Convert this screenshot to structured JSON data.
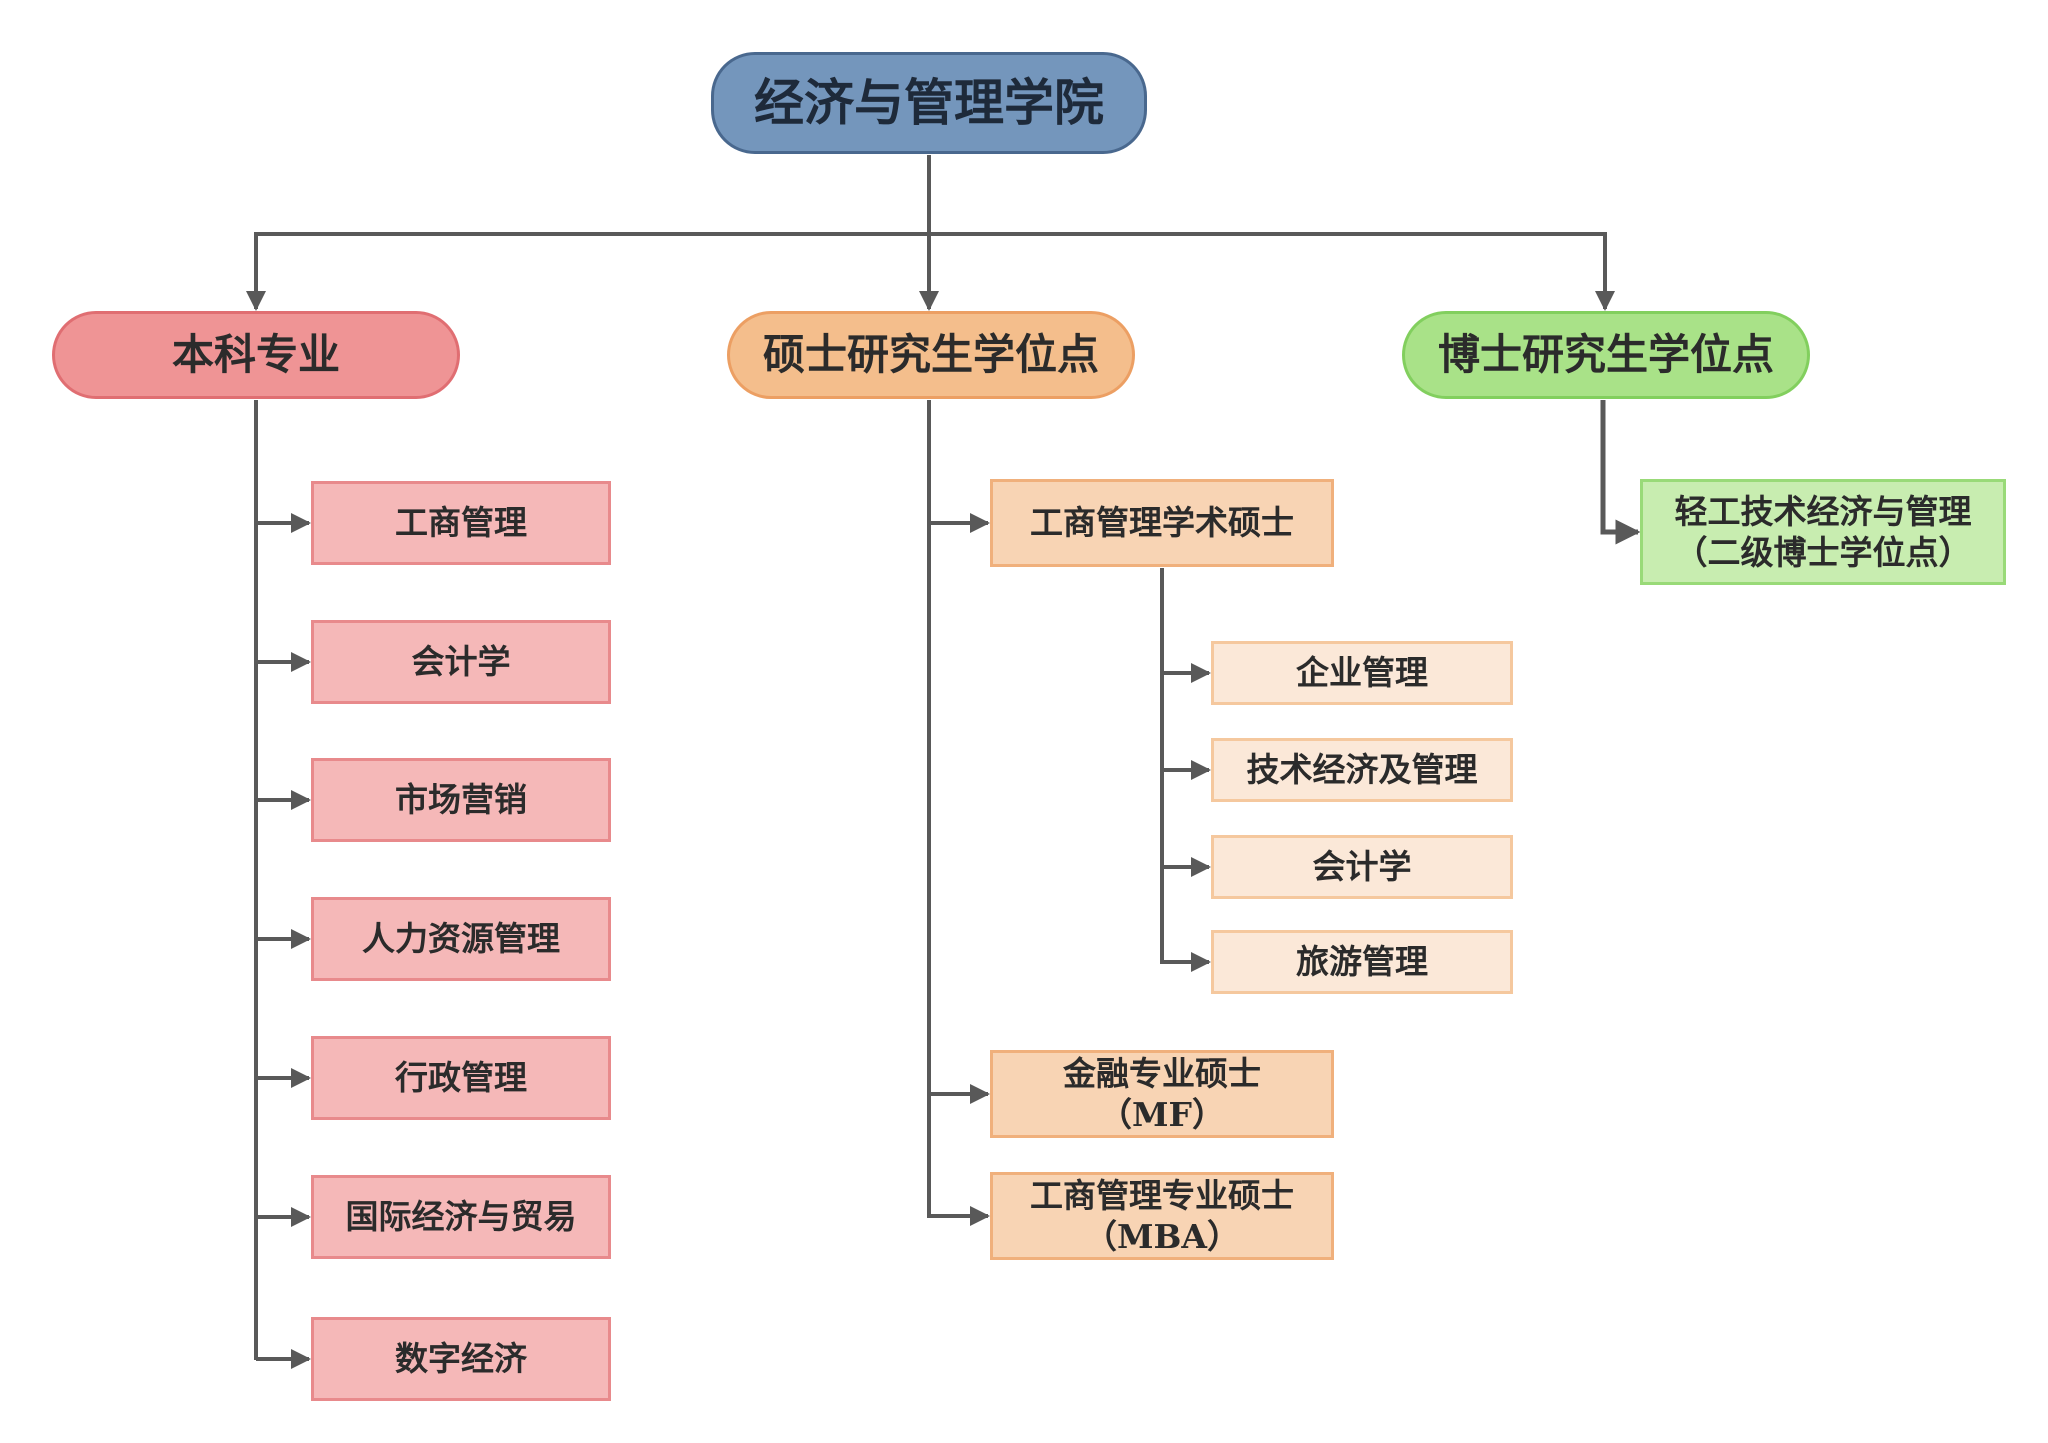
{
  "root": {
    "label": "经济与管理学院"
  },
  "categories": {
    "undergrad": {
      "label": "本科专业"
    },
    "master": {
      "label": "硕士研究生学位点"
    },
    "doctor": {
      "label": "博士研究生学位点"
    }
  },
  "undergrad_items": [
    {
      "label": "工商管理"
    },
    {
      "label": "会计学"
    },
    {
      "label": "市场营销"
    },
    {
      "label": "人力资源管理"
    },
    {
      "label": "行政管理"
    },
    {
      "label": "国际经济与贸易"
    },
    {
      "label": "数字经济"
    }
  ],
  "master_items": {
    "academic": {
      "label": "工商管理学术硕士"
    },
    "academic_subs": [
      {
        "label": "企业管理"
      },
      {
        "label": "技术经济及管理"
      },
      {
        "label": "会计学"
      },
      {
        "label": "旅游管理"
      }
    ],
    "mf": {
      "line1": "金融专业硕士",
      "line2": "（MF）"
    },
    "mba": {
      "line1": "工商管理专业硕士",
      "line2": "（MBA）"
    }
  },
  "doctor_items": {
    "line1": "轻工技术经济与管理",
    "line2": "（二级博士学位点）"
  },
  "colors": {
    "connector": "#595959",
    "root_fill": "#7496bc",
    "undergrad_fill": "#ef9495",
    "master_fill": "#f4be8c",
    "doctor_fill": "#a9e288"
  }
}
